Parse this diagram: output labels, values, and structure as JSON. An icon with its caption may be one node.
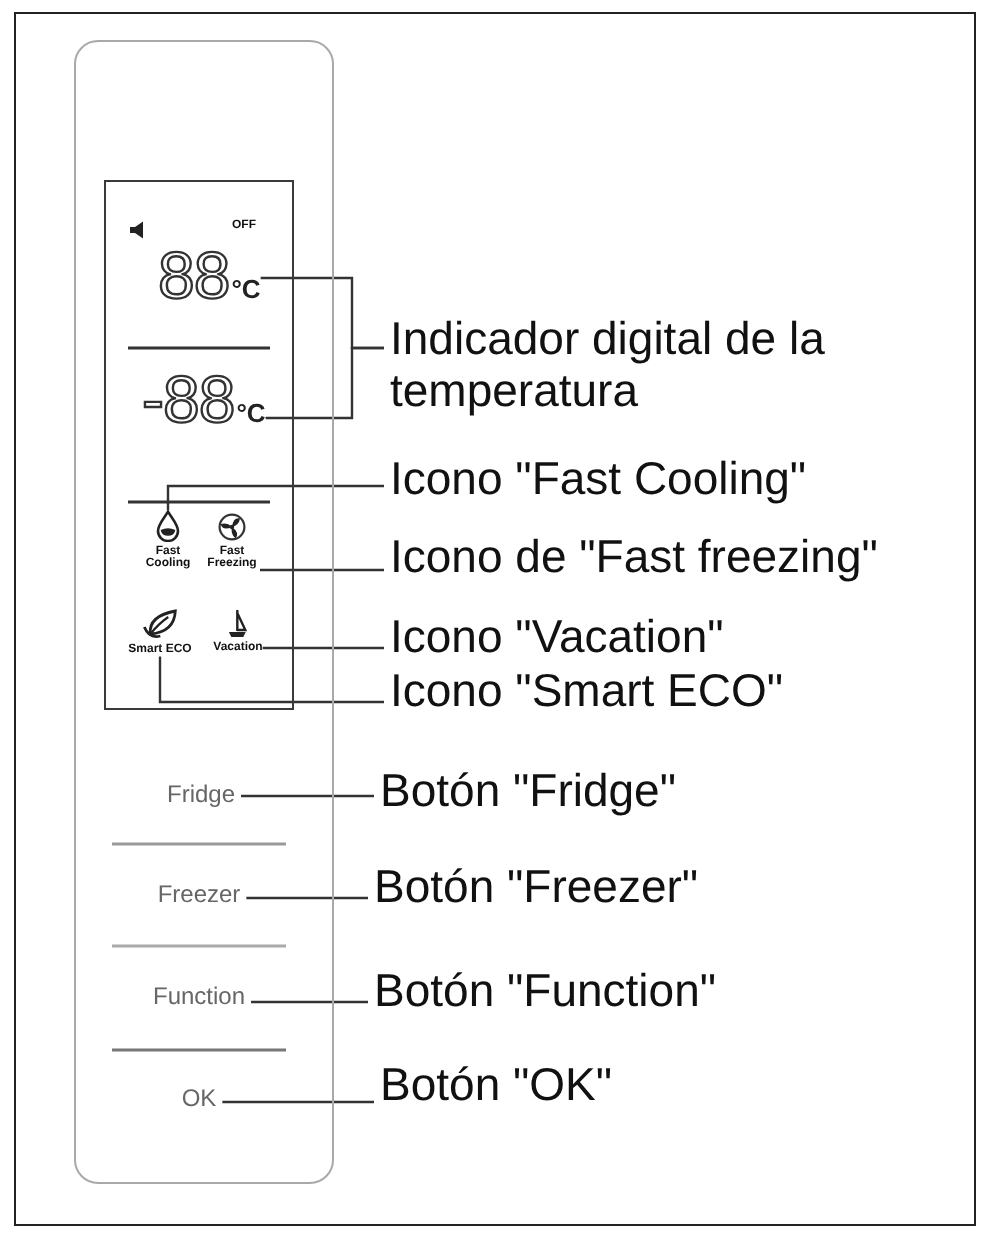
{
  "diagram": {
    "nodes": [
      {
        "text": [],
        "shape": "box"
      },
      {
        "text": [],
        "shape": "box",
        "in": 0
      },
      {
        "text": [
          "88",
          "°C"
        ],
        "in": 1
      },
      {
        "text": [
          "-88",
          "°C"
        ],
        "in": 1
      },
      {
        "text": [
          "Fast Cooling"
        ],
        "in": 1
      },
      {
        "text": [
          "Fast Freezing"
        ],
        "in": 1
      },
      {
        "text": [
          "Smart ECO"
        ],
        "in": 1
      },
      {
        "text": [
          "Vacation"
        ],
        "in": 1
      },
      {
        "text": [
          "Fridge"
        ],
        "in": 0
      },
      {
        "text": [
          "Freezer"
        ],
        "in": 0
      },
      {
        "text": [
          "Function"
        ],
        "in": 0
      },
      {
        "text": [
          "OK"
        ],
        "in": 0
      },
      {
        "text": [
          "Indicador digital de la temperatura"
        ]
      },
      {
        "text": [
          "Icono \"Fast Cooling\""
        ]
      },
      {
        "text": [
          "Icono de \"Fast freezing\""
        ]
      },
      {
        "text": [
          "Icono \"Vacation\""
        ]
      },
      {
        "text": [
          "Icono \"Smart ECO\""
        ]
      },
      {
        "text": [
          "Botón \"Fridge\""
        ]
      },
      {
        "text": [
          "Botón \"Freezer\""
        ]
      },
      {
        "text": [
          "Botón \"Function\""
        ]
      },
      {
        "text": [
          "Botón \"OK\""
        ]
      }
    ],
    "edges": [
      {
        "from": 12,
        "to": 2,
        "arrow": "none"
      },
      {
        "from": 12,
        "to": 3,
        "arrow": "none"
      },
      {
        "from": 13,
        "to": 4,
        "arrow": "none"
      },
      {
        "from": 14,
        "to": 5,
        "arrow": "none"
      },
      {
        "from": 15,
        "to": 7,
        "arrow": "none"
      },
      {
        "from": 16,
        "to": 6,
        "arrow": "none"
      },
      {
        "from": 17,
        "to": 8,
        "arrow": "none"
      },
      {
        "from": 18,
        "to": 9,
        "arrow": "none"
      },
      {
        "from": 19,
        "to": 10,
        "arrow": "none"
      },
      {
        "from": 20,
        "to": 11,
        "arrow": "none"
      }
    ],
    "labels": [
      "OFF"
    ]
  }
}
